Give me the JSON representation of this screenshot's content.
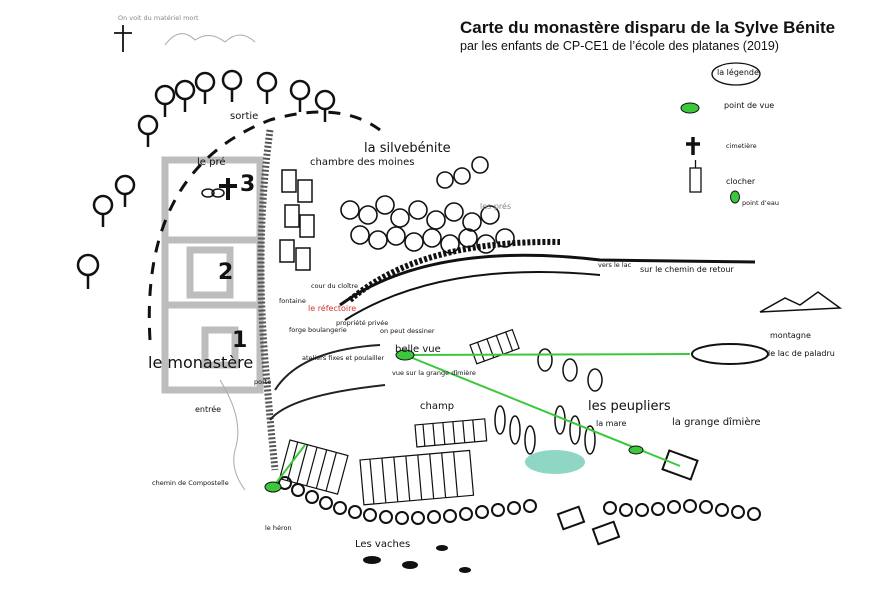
{
  "title": "Carte du monastère disparu de la Sylve Bénite",
  "subtitle": "par les enfants de CP-CE1 de l’école des platanes (2019)",
  "legend": {
    "heading": "la légende",
    "items": [
      {
        "icon": "eye-icon",
        "label": "point de vue"
      },
      {
        "icon": "cross-icon",
        "label": "cimetière"
      },
      {
        "icon": "bell-tower-icon",
        "label": "clocher"
      },
      {
        "icon": "water-point-icon",
        "label": "point d’eau"
      }
    ]
  },
  "labels": {
    "top_left_note": "On voit du matériel mort",
    "sortie": "sortie",
    "le_pre": "le pré",
    "chambre_des_moines": "chambre des moines",
    "la_silvebenite": "la silvebénite",
    "les_pres": "les prés",
    "vers_le_lac": "vers le lac",
    "sur_le_chemin": "sur le chemin de retour",
    "cour_du_cloitre": "cour du cloître",
    "fontaine": "fontaine",
    "le_refectoire": "le réfectoire",
    "forge": "forge boulangerie",
    "ateliers": "ateliers fixes et poulailler",
    "le_monastere": "le monastère",
    "entree": "entrée",
    "porte": "porte",
    "chemin_compostelle": "chemin de Compostelle",
    "proprietaire": "propriété privée",
    "on_peut_dessiner": "on peut dessiner",
    "belle_vue": "belle vue",
    "sur_la_grange": "vue sur la grange dîmière",
    "champ": "champ",
    "les_peupliers": "les peupliers",
    "la_mare": "la mare",
    "la_grange_dimiere": "la grange dîmière",
    "montagne": "montagne",
    "le_lac_de_paladru": "le lac de paladru",
    "le_heron": "le héron",
    "les_vaches": "Les vaches",
    "num_1": "1",
    "num_2": "2",
    "num_3": "3"
  },
  "colors": {
    "ink": "#111111",
    "building_grey": "#c8c8c8",
    "sight_line_green": "#3cc83c",
    "title_red": "#d0352b",
    "pond_teal": "#8fd6c4"
  }
}
